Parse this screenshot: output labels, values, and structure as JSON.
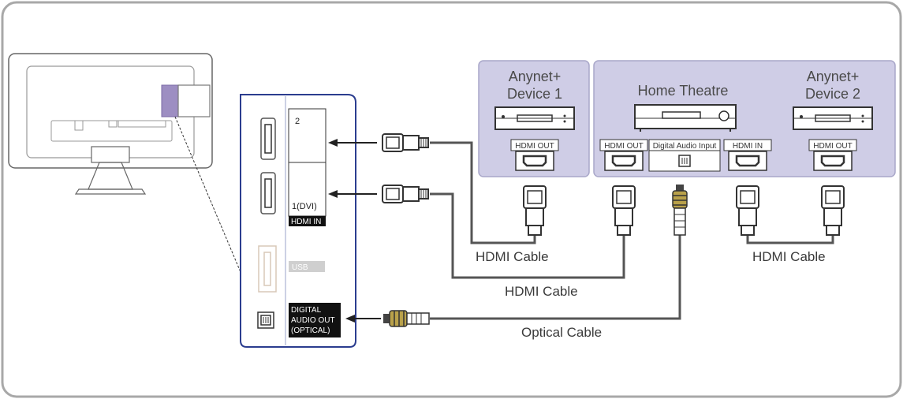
{
  "tv_panel": {
    "hdmi2_label": "2",
    "hdmi1_label": "1(DVI)",
    "hdmi_in_tag": "HDMI IN",
    "usb_tag": "USB",
    "digital_audio_line1": "DIGITAL",
    "digital_audio_line2": "AUDIO OUT",
    "digital_audio_line3": "(OPTICAL)"
  },
  "devices": {
    "anynet1_line1": "Anynet+",
    "anynet1_line2": "Device 1",
    "home_theatre": "Home Theatre",
    "anynet2_line1": "Anynet+",
    "anynet2_line2": "Device 2"
  },
  "ports": {
    "anynet1_hdmi_out": "HDMI OUT",
    "ht_hdmi_out": "HDMI OUT",
    "ht_digital_audio_input": "Digital Audio Input",
    "ht_hdmi_in": "HDMI IN",
    "anynet2_hdmi_out": "HDMI OUT"
  },
  "cables": {
    "hdmi_cable_1": "HDMI Cable",
    "hdmi_cable_2": "HDMI Cable",
    "hdmi_cable_3": "HDMI Cable",
    "optical_cable": "Optical Cable"
  },
  "colors": {
    "device_box_fill": "#cfcde6",
    "device_box_stroke": "#a9a7c9",
    "panel_stroke": "#2b3d8f",
    "highlight_purple": "#9d8ec2",
    "cable_color": "#555555"
  }
}
